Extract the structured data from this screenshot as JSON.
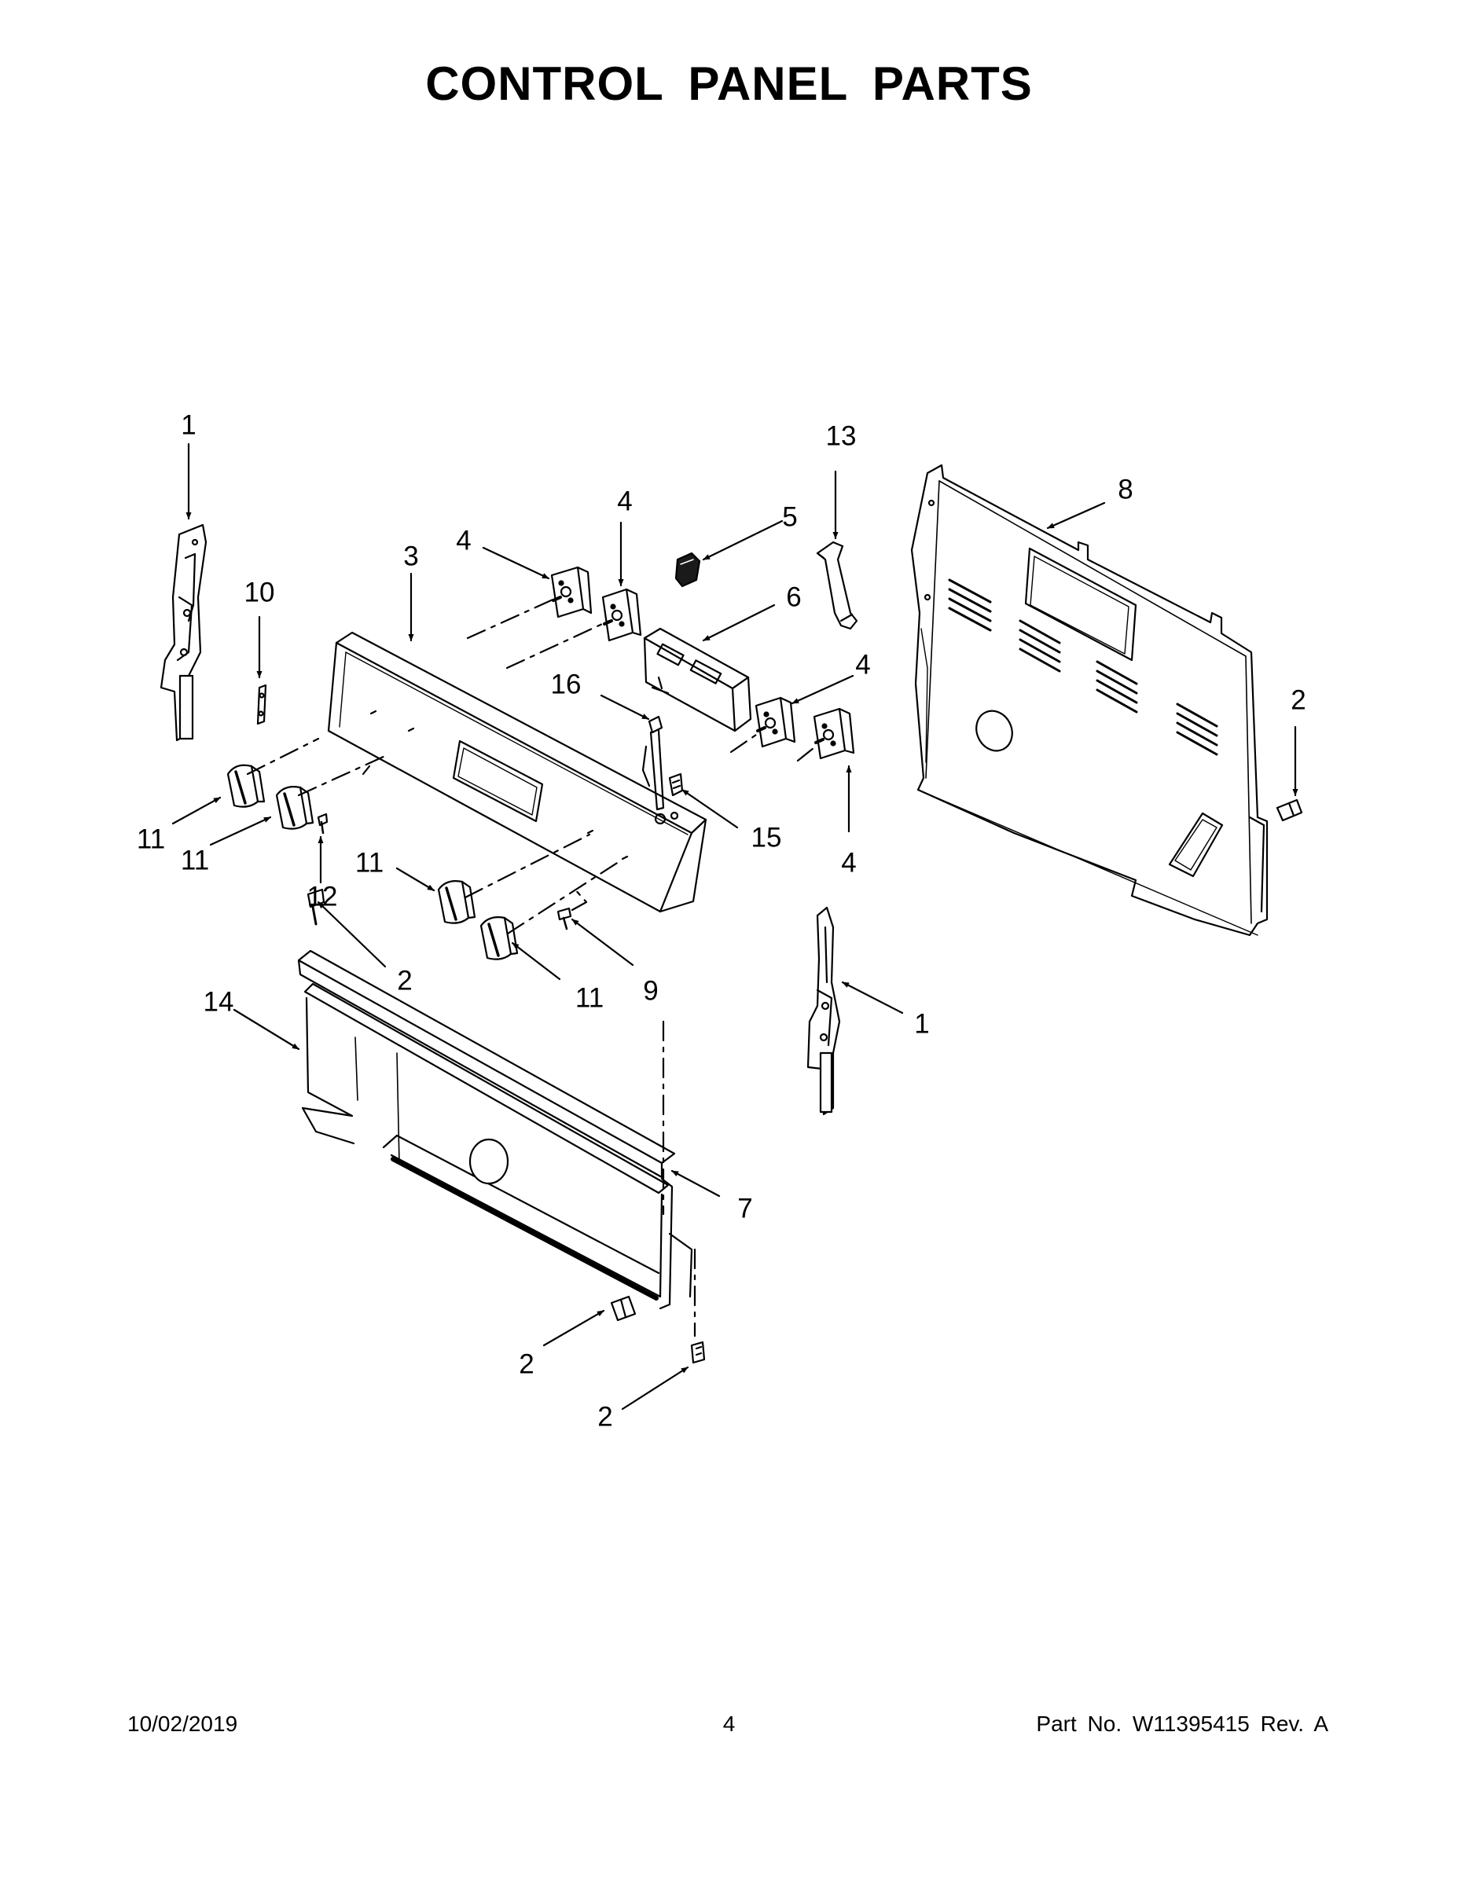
{
  "title": "CONTROL PANEL PARTS",
  "footer": {
    "date": "10/02/2019",
    "page": "4",
    "part": "Part No.  W11395415  Rev.  A"
  },
  "callouts": [
    "1",
    "10",
    "3",
    "4",
    "4",
    "5",
    "13",
    "8",
    "6",
    "16",
    "4",
    "2",
    "11",
    "11",
    "12",
    "15",
    "4",
    "11",
    "2",
    "9",
    "11",
    "14",
    "1",
    "7",
    "2",
    "2"
  ],
  "colors": {
    "ink": "#000000",
    "paper": "#ffffff",
    "fill_light": "#ffffff",
    "fill_dark": "#1a1a1a"
  }
}
